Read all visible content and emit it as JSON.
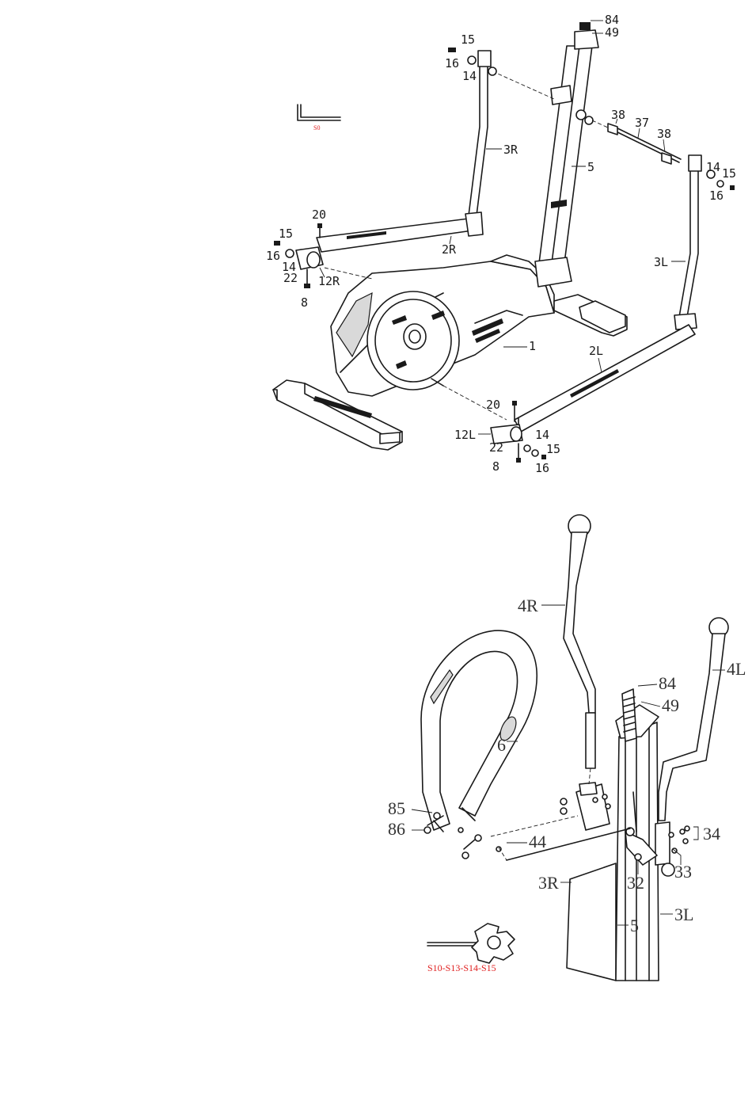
{
  "diagram": {
    "top_labels": {
      "p84": "84",
      "p49": "49",
      "p15a": "15",
      "p16a": "16",
      "p14a": "14",
      "p3r": "3R",
      "p38a": "38",
      "p37": "37",
      "p38b": "38",
      "p5": "5",
      "p14b": "14",
      "p15b": "15",
      "p16b": "16",
      "p20a": "20",
      "p15c": "15",
      "p16c": "16",
      "p14c": "14",
      "p22a": "22",
      "p8a": "8",
      "p12r": "12R",
      "p2r": "2R",
      "p3l": "3L",
      "p1": "1",
      "p2l": "2L",
      "p20b": "20",
      "p12l": "12L",
      "p14d": "14",
      "p22b": "22",
      "p15d": "15",
      "p8b": "8",
      "p16d": "16"
    },
    "top_tool_label": "S0",
    "bottom_labels": {
      "p4r": "4R",
      "p84": "84",
      "p49": "49",
      "p4l": "4L",
      "p6": "6",
      "p85": "85",
      "p86": "86",
      "p44": "44",
      "p34": "34",
      "p33": "33",
      "p3r": "3R",
      "p32": "32",
      "p5": "5",
      "p3l": "3L"
    },
    "bottom_tool_label": "S10-S13-S14-S15",
    "colors": {
      "line": "#1a1a1a",
      "tool_text": "#e02020"
    }
  }
}
